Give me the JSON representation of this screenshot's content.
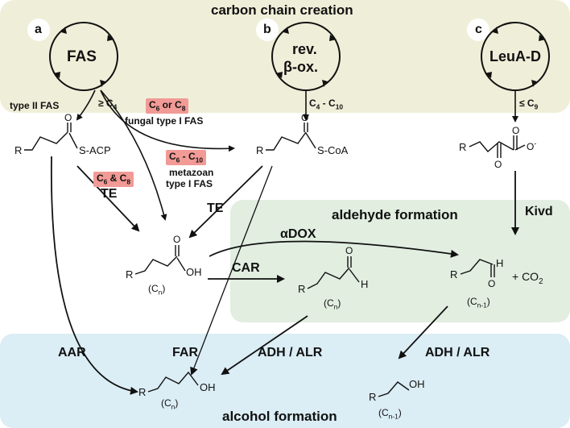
{
  "sections": {
    "carbon_chain": "carbon chain creation",
    "aldehyde": "aldehyde formation",
    "alcohol": "alcohol formation"
  },
  "panels": {
    "a": {
      "letter": "a",
      "cycle": "FAS"
    },
    "b": {
      "letter": "b",
      "cycle_line1": "rev.",
      "cycle_line2": "β-ox."
    },
    "c": {
      "letter": "c",
      "cycle": "LeuA-D"
    }
  },
  "annotations": {
    "type2_fas": "type II FAS",
    "ge_c4": "≥ C",
    "ge_c4_sub": "4",
    "c4_c10": "C",
    "c4_c10_sub1": "4",
    "c4_c10_mid": " - C",
    "c4_c10_sub2": "10",
    "le_c9": "≤ C",
    "le_c9_sub": "9",
    "fungal_c": "C",
    "fungal_sub1": "6",
    "fungal_or": " or C",
    "fungal_sub2": "8",
    "fungal_type": "fungal type I FAS",
    "c6c8_c": "C",
    "c6c8_sub1": "6",
    "c6c8_amp": " & C",
    "c6c8_sub2": "8",
    "metazoan_c": "C",
    "metazoan_sub1": "6",
    "metazoan_mid": " - C",
    "metazoan_sub2": "10",
    "metazoan_l1": "metazoan",
    "metazoan_l2": "type I FAS"
  },
  "enzymes": {
    "te_left": "TE",
    "te_right": "TE",
    "kivd": "Kivd",
    "adox": "αDOX",
    "car": "CAR",
    "aar": "AAR",
    "far": "FAR",
    "adh_alr_left": "ADH / ALR",
    "adh_alr_right": "ADH / ALR"
  },
  "molecules": {
    "r": "R",
    "s_acp": "S-ACP",
    "s_coa": "S-CoA",
    "o": "O",
    "o_minus": "O",
    "minus": "-",
    "oh": "OH",
    "h": "H",
    "co2_prefix": "+ CO",
    "co2_sub": "2",
    "cn_open": "(C",
    "cn_sub": "n",
    "cn_close": ")",
    "cn1_sub": "n-1"
  }
}
